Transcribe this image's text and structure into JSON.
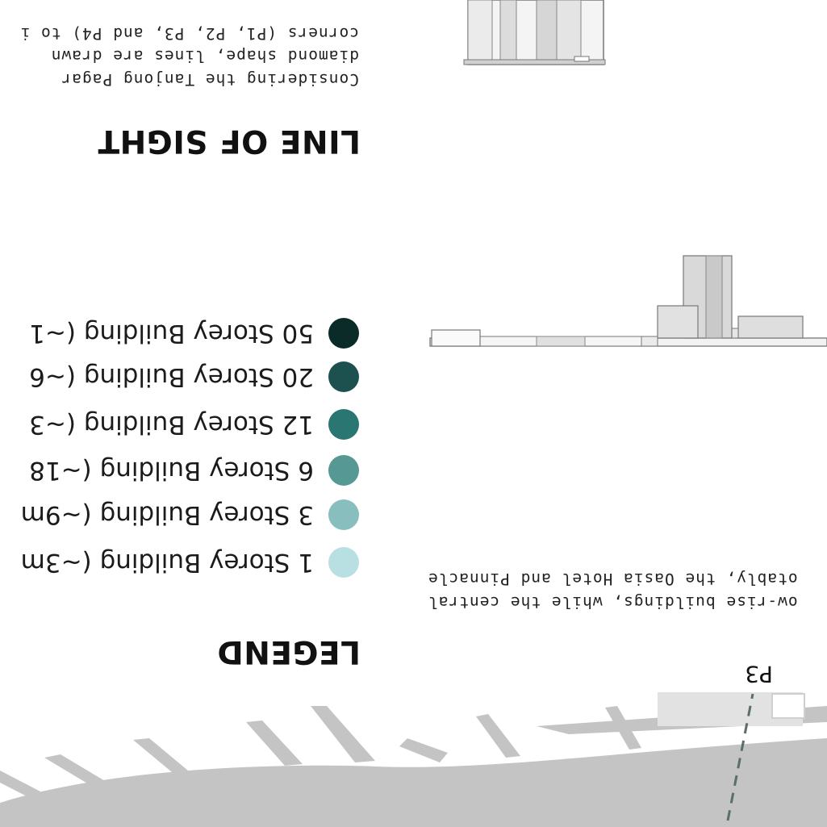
{
  "los": {
    "title": "LINE OF SIGHT",
    "lines": [
      "Considering the Tanjong Pagar",
      "diamond shape, lines are drawn",
      "corners (P1, P2, P3, and P4) to i"
    ]
  },
  "legend": {
    "title": "LEGEND",
    "items": [
      {
        "label": "50 Storey Building (~1",
        "color": "#0b2b29"
      },
      {
        "label": "20 Storey Building (~6",
        "color": "#1c5150"
      },
      {
        "label": "12 Storey Building (~3",
        "color": "#2a7673"
      },
      {
        "label": "6 Storey Building (~18",
        "color": "#569894"
      },
      {
        "label": "3 Storey Building (~9m",
        "color": "#88bfbe"
      },
      {
        "label": "1 Storey Building (~3m",
        "color": "#b8e0e3"
      }
    ]
  },
  "description": {
    "lines": [
      "ow-rise buildings, while the central",
      "otably, the Oasia Hotel and Pinnacle"
    ]
  },
  "map": {
    "marker_label": "P3",
    "road_color": "#c4c4c4",
    "sightline_color": "#5a6e6c"
  }
}
